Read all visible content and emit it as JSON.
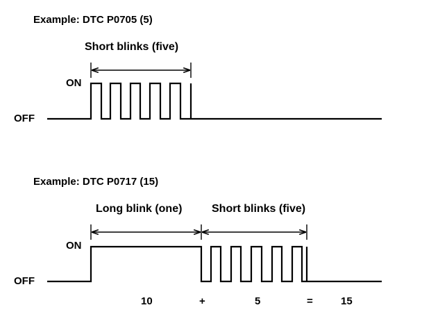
{
  "example1": {
    "title": "Example: DTC P0705 (5)",
    "span_label": "Short blinks (five)",
    "on_label": "ON",
    "off_label": "OFF",
    "short_blinks": 5
  },
  "example2": {
    "title": "Example: DTC P0717 (15)",
    "long_span_label": "Long blink (one)",
    "short_span_label": "Short blinks (five)",
    "on_label": "ON",
    "off_label": "OFF",
    "long_blinks": 1,
    "short_blinks": 5,
    "equation": {
      "long_value": "10",
      "plus": "+",
      "short_value": "5",
      "equals": "=",
      "total": "15"
    }
  },
  "colors": {
    "line": "#000000",
    "background": "#ffffff"
  }
}
